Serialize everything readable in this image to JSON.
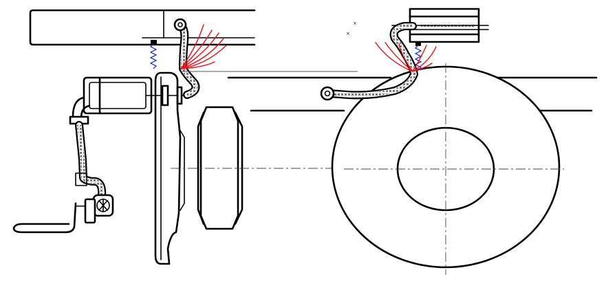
{
  "diagram": {
    "kind": "technical line drawing",
    "views": [
      "left-side-view",
      "right-side-view"
    ],
    "colors": {
      "outline": "#000000",
      "fan_lines": "#e8141c",
      "spring_clip": "#2035c8",
      "center_lines": "#444444"
    },
    "marks": {
      "hose_pattern_glyph": "×",
      "stray_mark_large": "×",
      "stray_mark_small": "×"
    }
  }
}
